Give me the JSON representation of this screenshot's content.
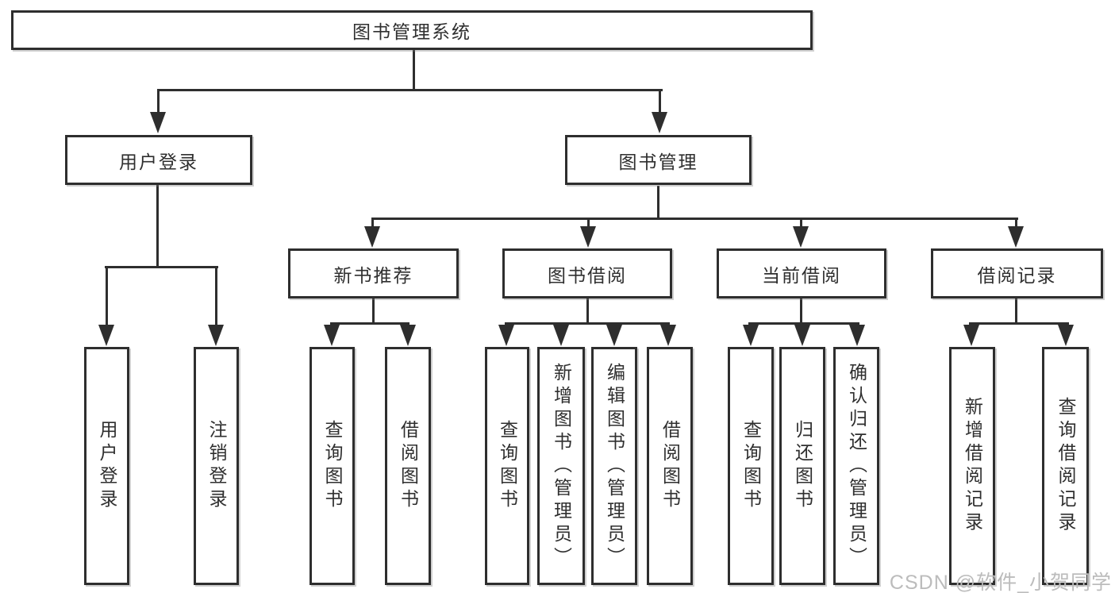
{
  "diagram": {
    "title_node": {
      "label": "图书管理系统"
    },
    "level2": [
      {
        "label": "用户登录"
      },
      {
        "label": "图书管理"
      }
    ],
    "level3": [
      {
        "label": "新书推荐"
      },
      {
        "label": "图书借阅"
      },
      {
        "label": "当前借阅"
      },
      {
        "label": "借阅记录"
      }
    ],
    "leaves": {
      "user_login": [
        "用户登录",
        "注销登录"
      ],
      "new_book_rec": [
        "查询图书",
        "借阅图书"
      ],
      "book_borrow": [
        "查询图书",
        "新增图书（管理员）",
        "编辑图书（管理员）",
        "借阅图书"
      ],
      "current_borrow": [
        "查询图书",
        "归还图书",
        "确认归还（管理员）"
      ],
      "borrow_records": [
        "新增借阅记录",
        "查询借阅记录"
      ]
    }
  },
  "watermark": {
    "text": "CSDN @软件_小贺同学"
  },
  "colors": {
    "line": "#2e2e2e",
    "text": "#2f2f2f",
    "watermark": "#bcbcbc",
    "background": "#ffffff"
  }
}
